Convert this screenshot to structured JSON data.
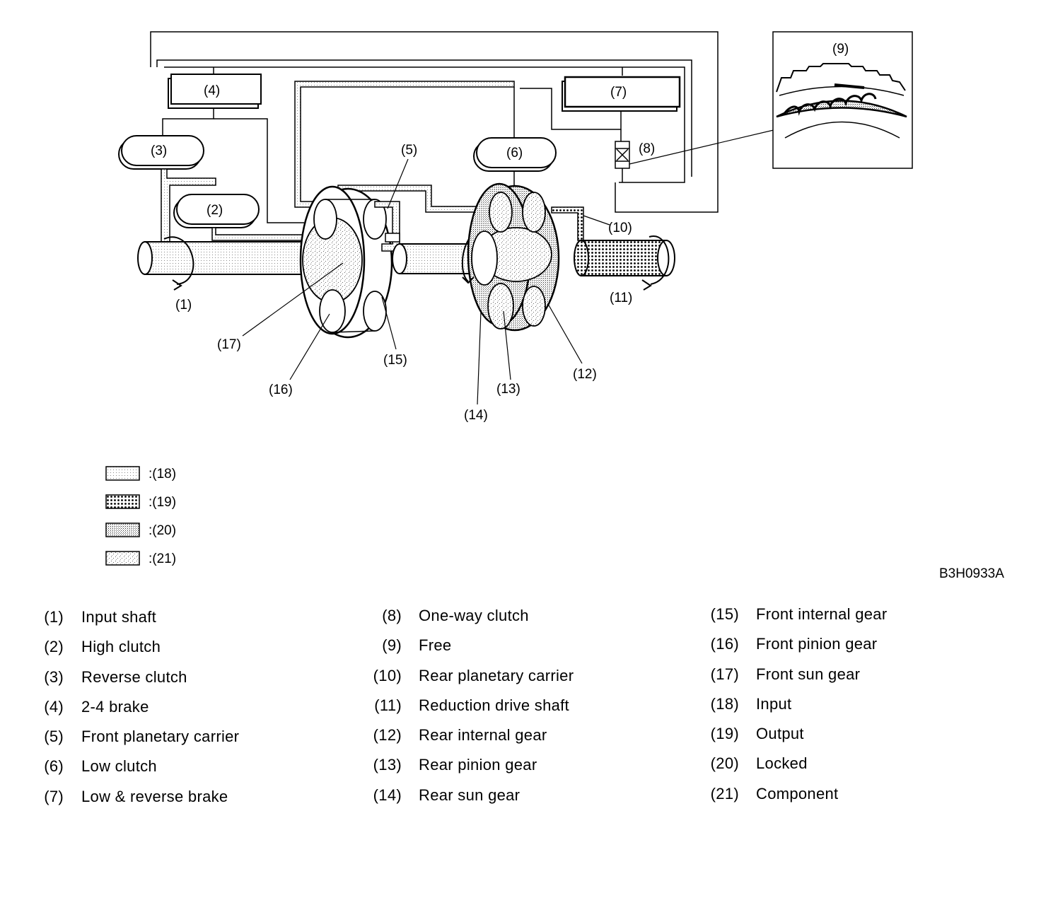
{
  "diagram": {
    "callouts": {
      "c1": "(1)",
      "c2": "(2)",
      "c3": "(3)",
      "c4": "(4)",
      "c5": "(5)",
      "c6": "(6)",
      "c7": "(7)",
      "c8": "(8)",
      "c9": "(9)",
      "c10": "(10)",
      "c11": "(11)",
      "c12": "(12)",
      "c13": "(13)",
      "c14": "(14)",
      "c15": "(15)",
      "c16": "(16)",
      "c17": "(17)"
    },
    "figure_code": "B3H0933A"
  },
  "legend": [
    {
      "label": ":(18)"
    },
    {
      "label": ":(19)"
    },
    {
      "label": ":(20)"
    },
    {
      "label": ":(21)"
    }
  ],
  "parts": [
    {
      "num": "(1)",
      "name": "Input shaft"
    },
    {
      "num": "(2)",
      "name": "High clutch"
    },
    {
      "num": "(3)",
      "name": "Reverse clutch"
    },
    {
      "num": "(4)",
      "name": "2-4 brake"
    },
    {
      "num": "(5)",
      "name": "Front planetary carrier"
    },
    {
      "num": "(6)",
      "name": "Low clutch"
    },
    {
      "num": "(7)",
      "name": "Low & reverse brake"
    },
    {
      "num": "(8)",
      "name": "One-way clutch"
    },
    {
      "num": "(9)",
      "name": "Free"
    },
    {
      "num": "(10)",
      "name": "Rear planetary carrier"
    },
    {
      "num": "(11)",
      "name": "Reduction drive shaft"
    },
    {
      "num": "(12)",
      "name": "Rear internal gear"
    },
    {
      "num": "(13)",
      "name": "Rear pinion gear"
    },
    {
      "num": "(14)",
      "name": "Rear sun gear"
    },
    {
      "num": "(15)",
      "name": "Front internal gear"
    },
    {
      "num": "(16)",
      "name": "Front pinion gear"
    },
    {
      "num": "(17)",
      "name": "Front sun gear"
    },
    {
      "num": "(18)",
      "name": "Input"
    },
    {
      "num": "(19)",
      "name": "Output"
    },
    {
      "num": "(20)",
      "name": "Locked"
    },
    {
      "num": "(21)",
      "name": "Component"
    }
  ]
}
